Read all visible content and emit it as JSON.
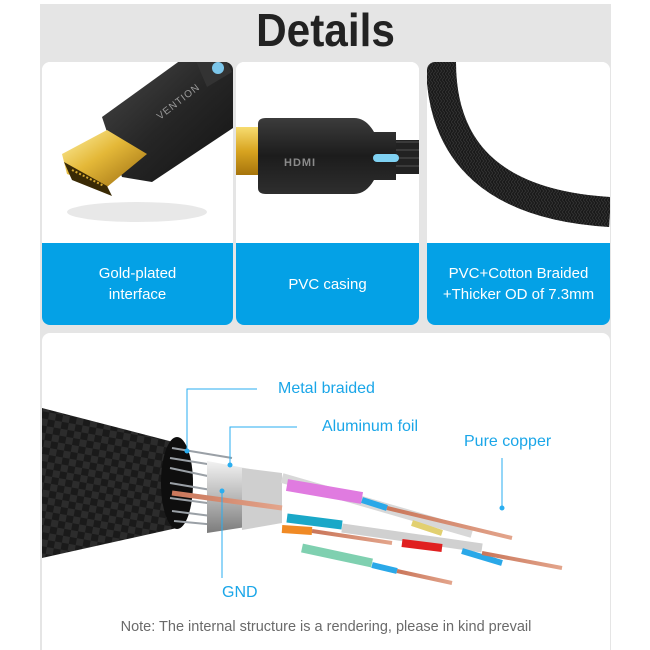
{
  "page": {
    "title": "Details",
    "accent_color": "#04a1e6",
    "label_color": "#1aa6e8",
    "background_color": "#e5e5e5"
  },
  "feature_cards": [
    {
      "caption_line1": "Gold-plated",
      "caption_line2": "interface",
      "image": "hdmi-gold-connector",
      "brand_mark": "VENTION"
    },
    {
      "caption_line1": "PVC casing",
      "caption_line2": "",
      "image": "hdmi-plug-side-view",
      "brand_mark": "HDMI"
    },
    {
      "caption_line1": "PVC+Cotton Braided",
      "caption_line2": "+Thicker OD of 7.3mm",
      "image": "braided-cable-curve"
    }
  ],
  "structure_diagram": {
    "image": "cable-cross-section-rendering",
    "callouts": {
      "metal_braided": "Metal braided",
      "aluminum_foil": "Aluminum foil",
      "pure_copper": "Pure copper",
      "gnd": "GND"
    },
    "note": "Note: The internal structure is a rendering, please in kind prevail"
  }
}
